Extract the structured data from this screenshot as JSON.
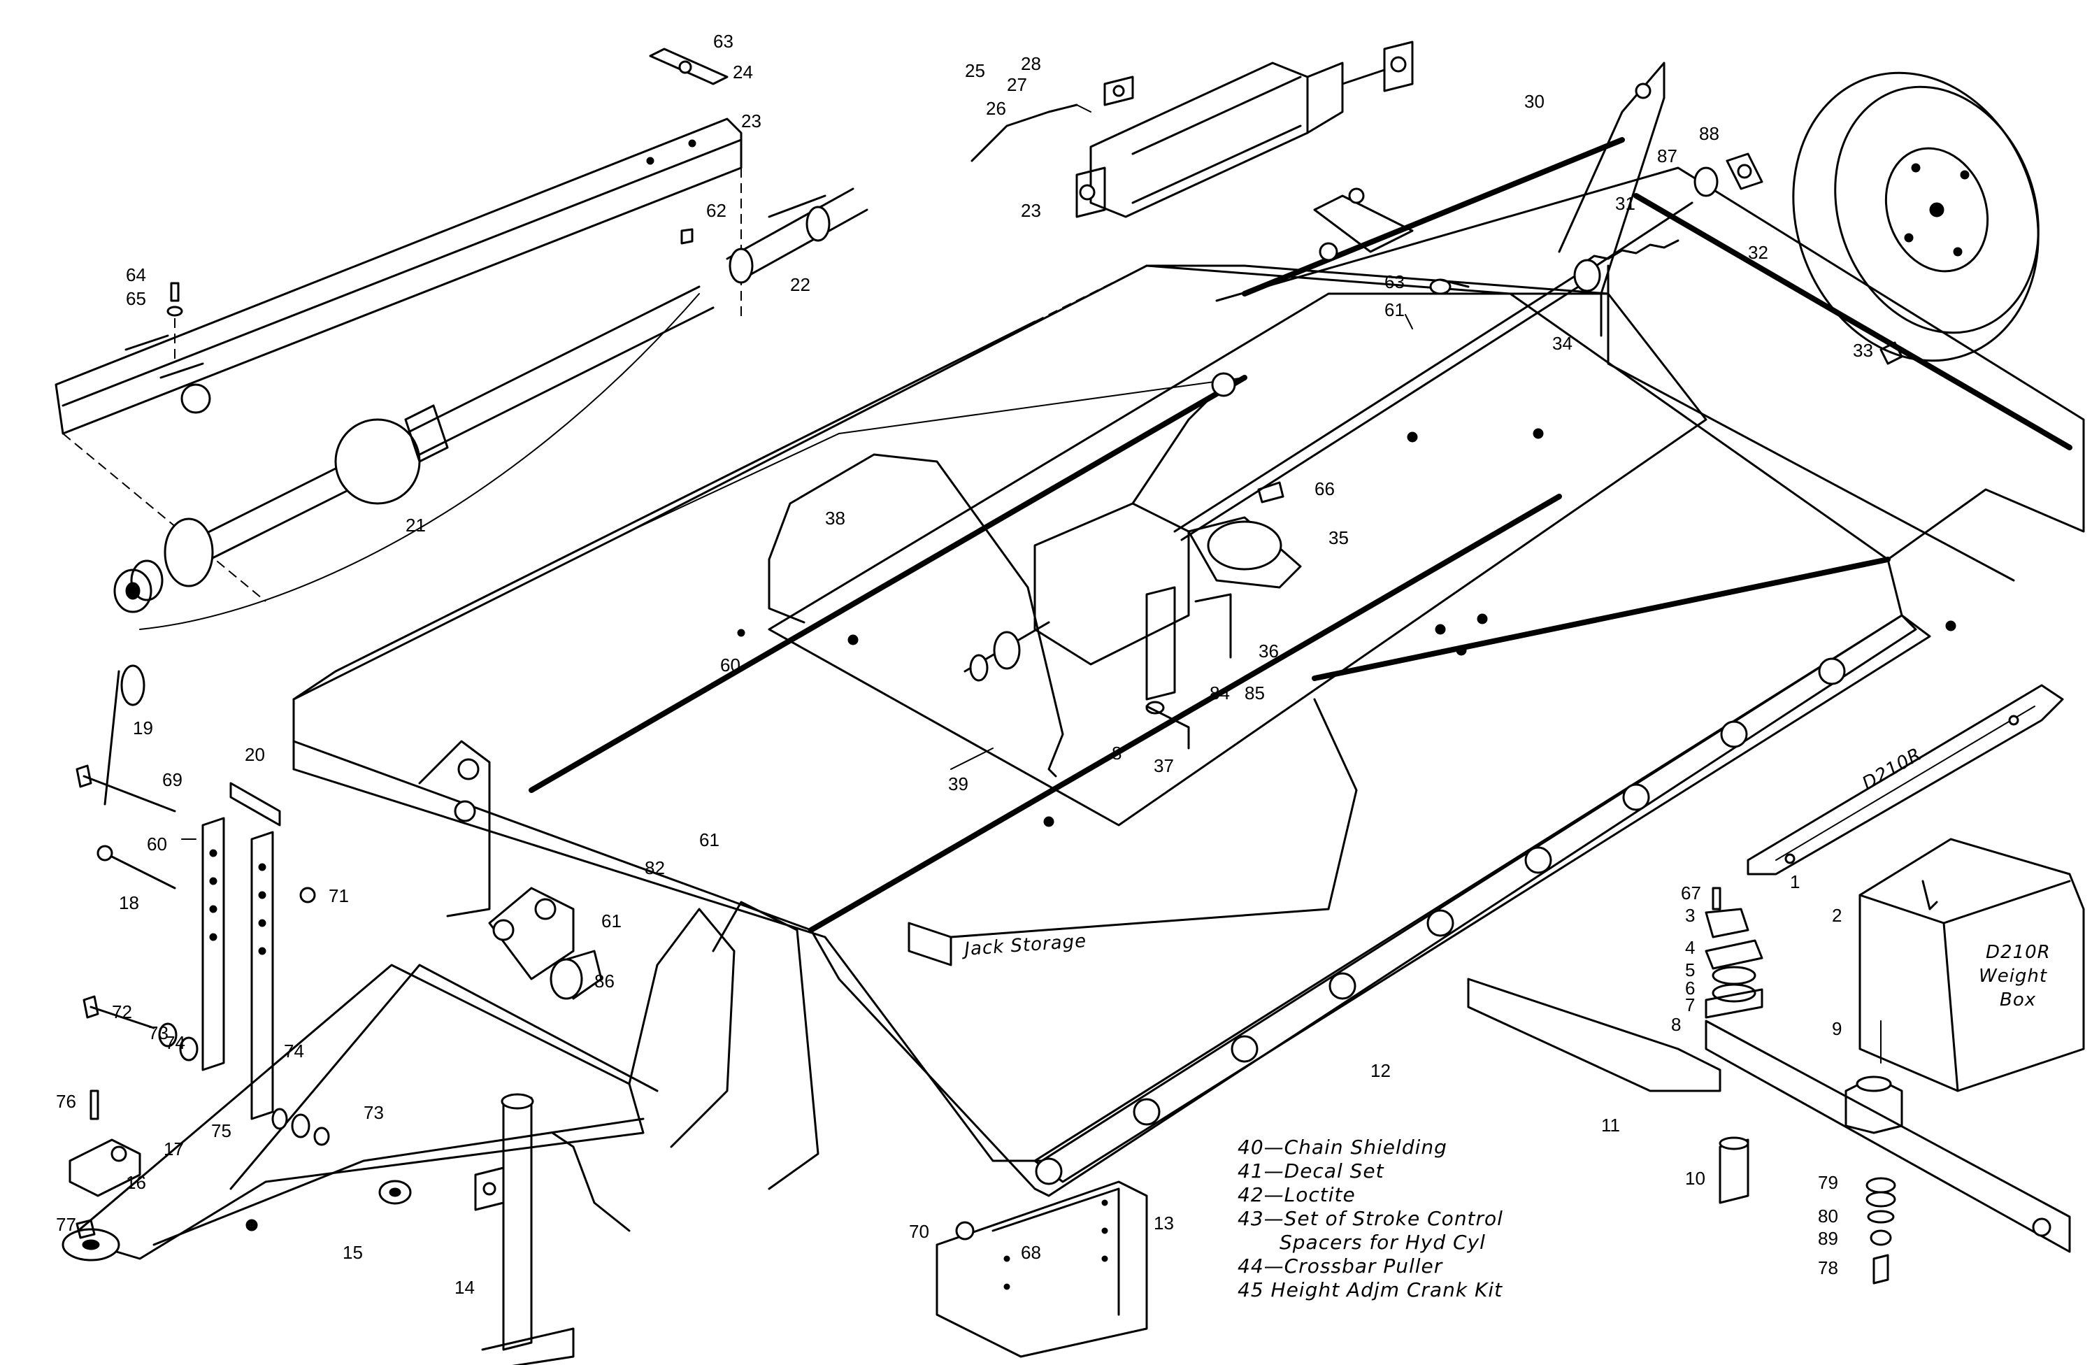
{
  "callouts": {
    "c1": "1",
    "c2": "2",
    "c3": "3",
    "c4": "4",
    "c5": "5",
    "c6": "6",
    "c7": "7",
    "c8": "8",
    "c8b": "8",
    "c9": "9",
    "c10": "10",
    "c11": "11",
    "c12": "12",
    "c13": "13",
    "c14": "14",
    "c15": "15",
    "c16": "16",
    "c17": "17",
    "c18": "18",
    "c19": "19",
    "c20": "20",
    "c21": "21",
    "c22": "22",
    "c23a": "23",
    "c23b": "23",
    "c24": "24",
    "c25": "25",
    "c26": "26",
    "c27": "27",
    "c28": "28",
    "c30": "30",
    "c31": "31",
    "c32": "32",
    "c33": "33",
    "c34": "34",
    "c35": "35",
    "c36": "36",
    "c37": "37",
    "c38": "38",
    "c39": "39",
    "c60a": "60",
    "c60b": "60",
    "c61a": "61",
    "c61b": "61",
    "c61c": "61",
    "c62": "62",
    "c63a": "63",
    "c63b": "63",
    "c64": "64",
    "c65": "65",
    "c66": "66",
    "c67": "67",
    "c68": "68",
    "c69": "69",
    "c70": "70",
    "c71": "71",
    "c72": "72",
    "c73a": "73",
    "c73b": "73",
    "c74a": "74",
    "c74b": "74",
    "c75": "75",
    "c76": "76",
    "c77": "77",
    "c78": "78",
    "c79": "79",
    "c80": "80",
    "c82": "82",
    "c84": "84",
    "c85": "85",
    "c86": "86",
    "c87": "87",
    "c88": "88",
    "c89": "89"
  },
  "labels": {
    "blade_mark": "D210R",
    "weight_box_line1": "D210R",
    "weight_box_line2": "Weight",
    "weight_box_line3": "Box",
    "jack_storage": "Jack Storage"
  },
  "legend": [
    "40—Chain Shielding",
    "41—Decal Set",
    "42—Loctite",
    "43—Set of Stroke Control",
    "Spacers for Hyd Cyl",
    "44—Crossbar Puller",
    "45 Height Adjm Crank Kit"
  ]
}
